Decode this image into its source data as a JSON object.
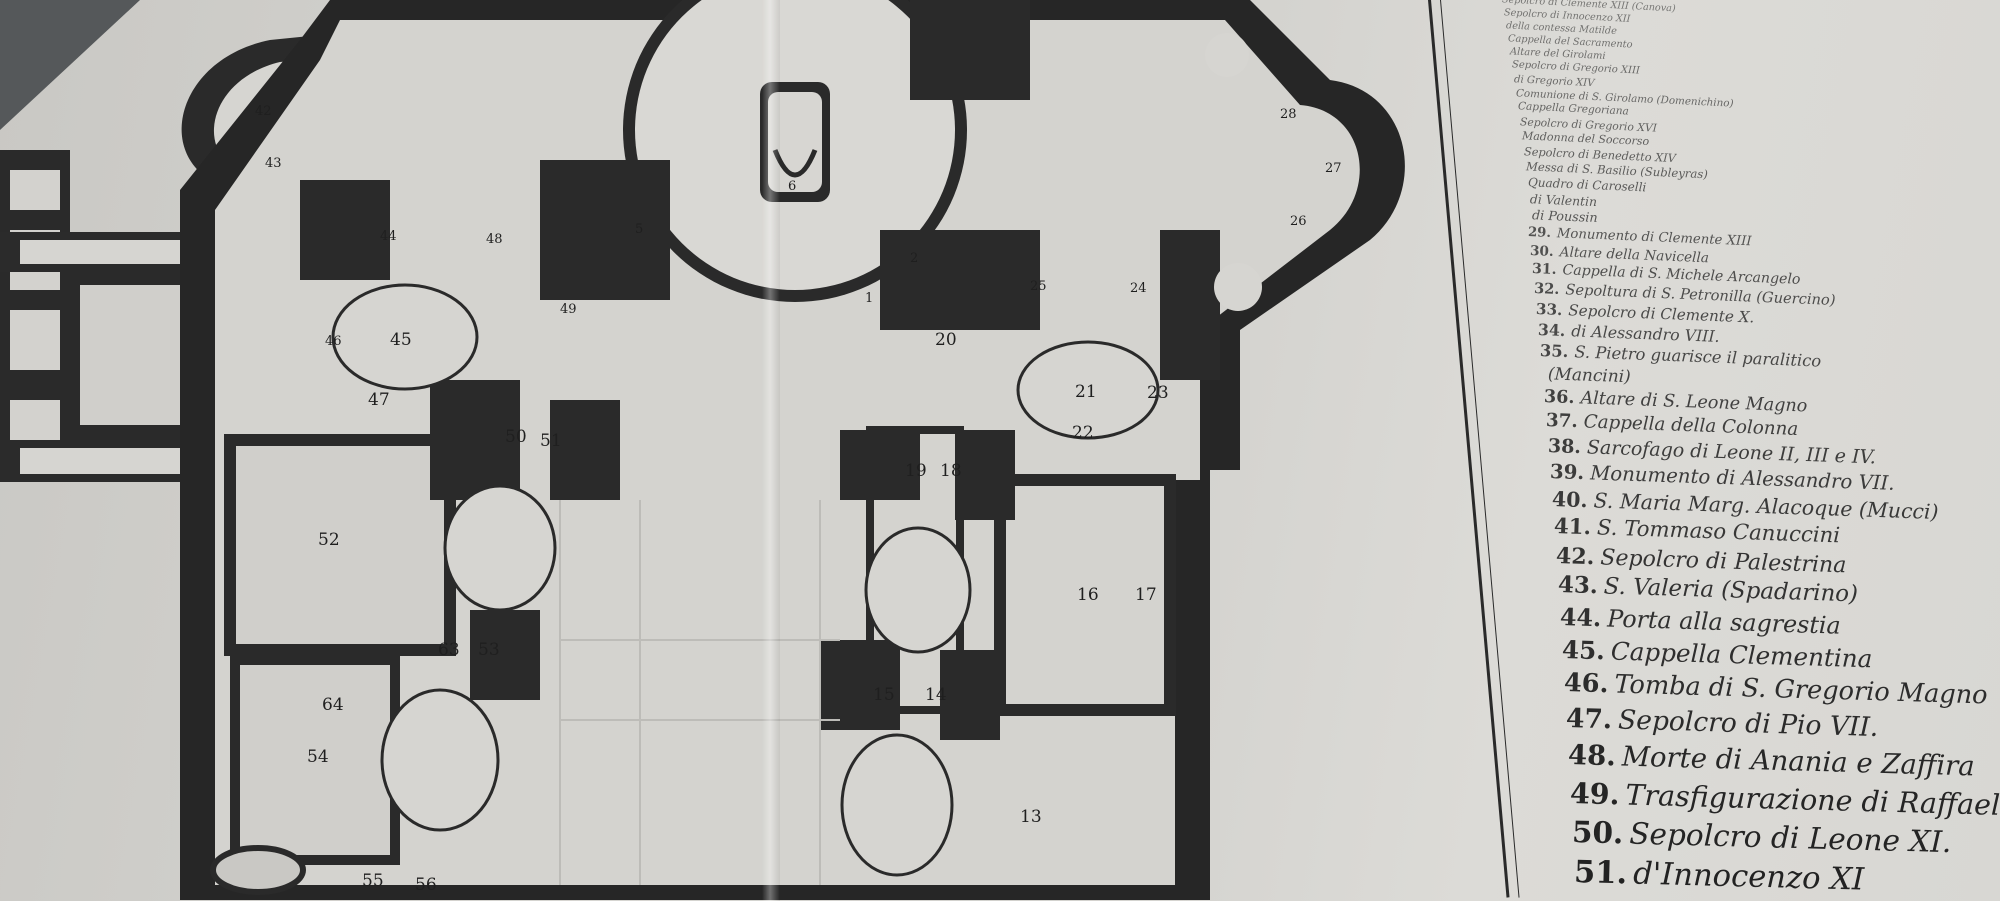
{
  "plan_numbers": [
    "1",
    "2",
    "5",
    "6",
    "13",
    "14",
    "15",
    "16",
    "17",
    "18",
    "19",
    "20",
    "21",
    "22",
    "23",
    "24",
    "25",
    "26",
    "27",
    "28",
    "42",
    "43",
    "44",
    "45",
    "46",
    "47",
    "48",
    "49",
    "50",
    "51",
    "52",
    "53",
    "54",
    "55",
    "56",
    "63",
    "64"
  ],
  "legend": [
    {
      "n": "",
      "t": "Sepolcro di Clemente XIII (Canova)"
    },
    {
      "n": "",
      "t": "Sepolcro di Innocenzo XII"
    },
    {
      "n": "",
      "t": "della contessa Matilde"
    },
    {
      "n": "",
      "t": "Cappella del Sacramento"
    },
    {
      "n": "",
      "t": "Altare del Girolami"
    },
    {
      "n": "",
      "t": "Sepolcro di Gregorio XIII"
    },
    {
      "n": "",
      "t": "di Gregorio XIV"
    },
    {
      "n": "",
      "t": "Comunione di S. Girolamo (Domenichino)"
    },
    {
      "n": "",
      "t": "Cappella Gregoriana"
    },
    {
      "n": "",
      "t": "Sepolcro di Gregorio XVI"
    },
    {
      "n": "",
      "t": "Madonna del Soccorso"
    },
    {
      "n": "",
      "t": "Sepolcro di Benedetto XIV"
    },
    {
      "n": "",
      "t": "Messa di S. Basilio (Subleyras)"
    },
    {
      "n": "",
      "t": "Quadro di Caroselli"
    },
    {
      "n": "",
      "t": "di Valentin"
    },
    {
      "n": "",
      "t": "di Poussin"
    },
    {
      "n": "29.",
      "t": "Monumento di Clemente XIII"
    },
    {
      "n": "30.",
      "t": "Altare della Navicella"
    },
    {
      "n": "31.",
      "t": "Cappella di S. Michele Arcangelo"
    },
    {
      "n": "32.",
      "t": "Sepoltura di S. Petronilla (Guercino)"
    },
    {
      "n": "33.",
      "t": "Sepolcro di Clemente X."
    },
    {
      "n": "34.",
      "t": "di Alessandro VIII."
    },
    {
      "n": "35.",
      "t": "S. Pietro guarisce il paralitico"
    },
    {
      "n": "",
      "t": "(Mancini)"
    },
    {
      "n": "36.",
      "t": "Altare di S. Leone Magno"
    },
    {
      "n": "37.",
      "t": "Cappella della Colonna"
    },
    {
      "n": "38.",
      "t": "Sarcofago di Leone II, III e IV."
    },
    {
      "n": "39.",
      "t": "Monumento di Alessandro VII."
    },
    {
      "n": "40.",
      "t": "S. Maria Marg. Alacoque (Mucci)"
    },
    {
      "n": "41.",
      "t": "S. Tommaso Canuccini"
    },
    {
      "n": "42.",
      "t": "Sepolcro di Palestrina"
    },
    {
      "n": "43.",
      "t": "S. Valeria (Spadarino)"
    },
    {
      "n": "44.",
      "t": "Porta alla sagrestia"
    },
    {
      "n": "45.",
      "t": "Cappella Clementina"
    },
    {
      "n": "46.",
      "t": "Tomba di S. Gregorio Magno"
    },
    {
      "n": "47.",
      "t": "Sepolcro di Pio VII."
    },
    {
      "n": "48.",
      "t": "Morte di Anania e Zaffira"
    },
    {
      "n": "49.",
      "t": "Trasfigurazione di Raffaello"
    },
    {
      "n": "50.",
      "t": "Sepolcro di Leone XI."
    },
    {
      "n": "51.",
      "t": "d'Innocenzo XI"
    }
  ]
}
